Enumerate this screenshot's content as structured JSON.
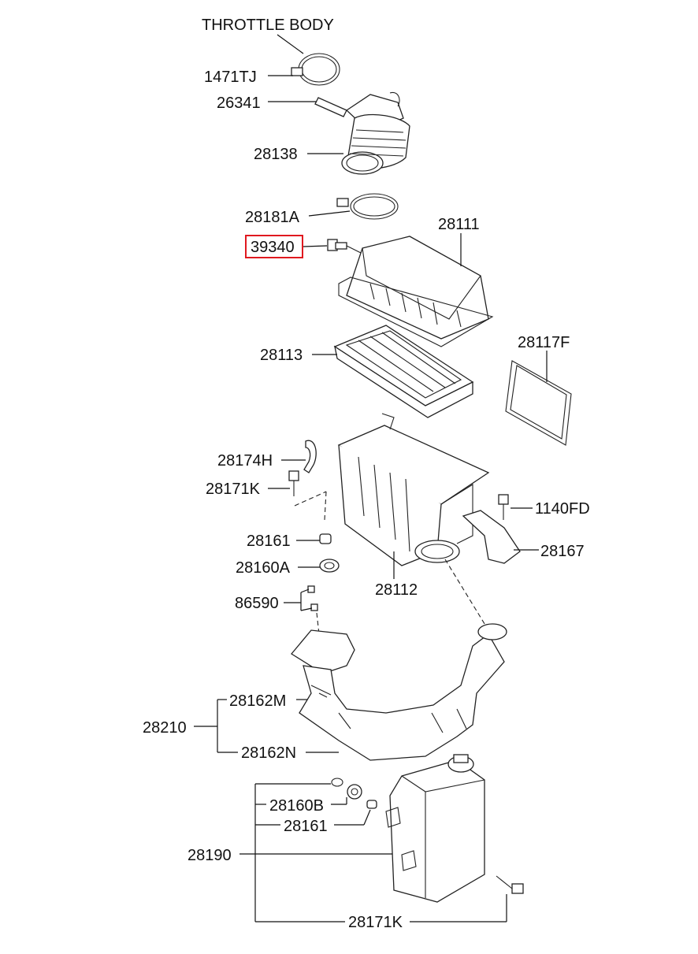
{
  "diagram": {
    "labels": {
      "throttle_body": "THROTTLE BODY",
      "p1471TJ": "1471TJ",
      "p26341": "26341",
      "p28138": "28138",
      "p28181A": "28181A",
      "p39340": "39340",
      "p28111": "28111",
      "p28113": "28113",
      "p28117F": "28117F",
      "p28174H": "28174H",
      "p28171K_top": "28171K",
      "p1140FD": "1140FD",
      "p28167": "28167",
      "p28161_top": "28161",
      "p28160A": "28160A",
      "p28112": "28112",
      "p86590": "86590",
      "p28162M": "28162M",
      "p28210": "28210",
      "p28162N": "28162N",
      "p28160B": "28160B",
      "p28161_bottom": "28161",
      "p28190": "28190",
      "p28171K_bottom": "28171K"
    },
    "highlighted_part": "39340",
    "highlight_color": "#e0191f"
  }
}
